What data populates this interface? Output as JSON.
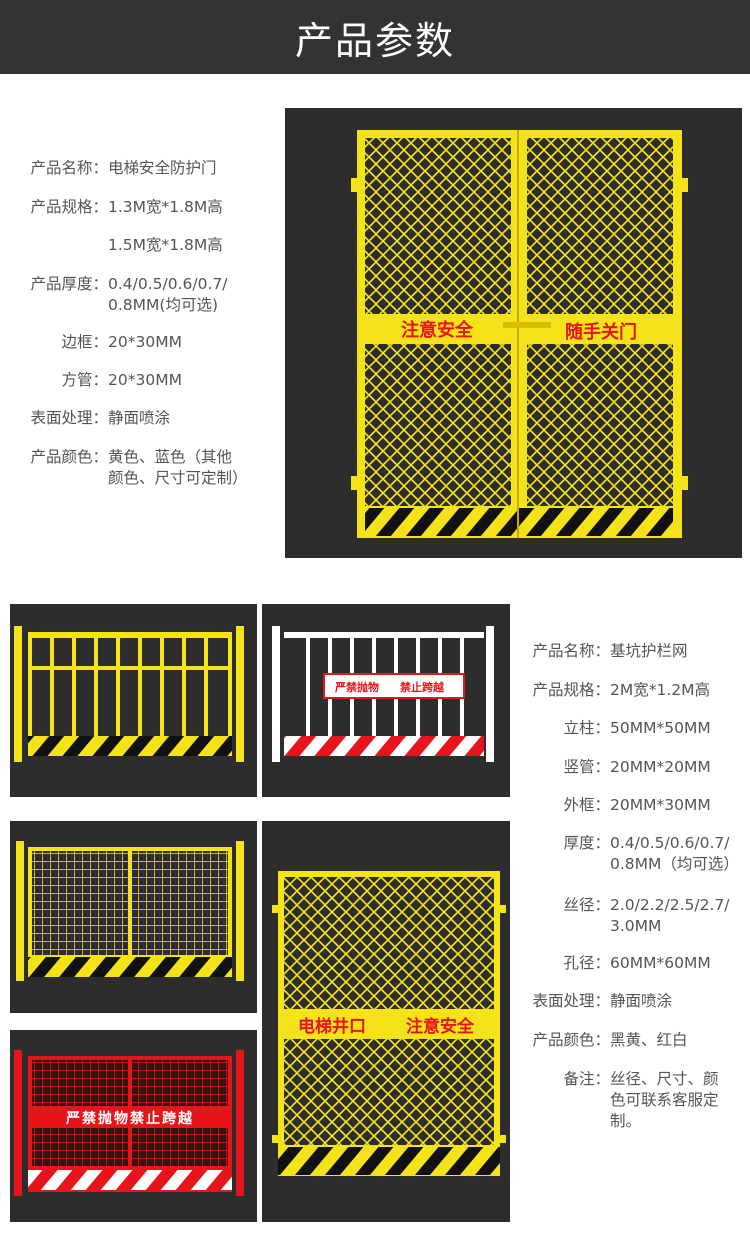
{
  "header": {
    "title": "产品参数"
  },
  "spec1": [
    {
      "label": "产品名称：",
      "value": "电梯安全防护门"
    },
    {
      "label": "产品规格：",
      "value": "1.3M宽*1.8M高"
    },
    {
      "label": "",
      "value": "1.5M宽*1.8M高"
    },
    {
      "label": "产品厚度：",
      "value": "0.4/0.5/0.6/0.7/\n0.8MM(均可选)"
    },
    {
      "label": "边框：",
      "value": "20*30MM"
    },
    {
      "label": "方管：",
      "value": "20*30MM"
    },
    {
      "label": "表面处理：",
      "value": "静面喷涂"
    },
    {
      "label": "产品颜色：",
      "value": "黄色、蓝色（其他\n颜色、尺寸可定制）"
    }
  ],
  "spec2": [
    {
      "label": "产品名称：",
      "value": "基坑护栏网"
    },
    {
      "label": "产品规格：",
      "value": "2M宽*1.2M高"
    },
    {
      "label": "立柱：",
      "value": "50MM*50MM"
    },
    {
      "label": "竖管：",
      "value": "20MM*20MM"
    },
    {
      "label": "外框：",
      "value": "20MM*30MM"
    },
    {
      "label": "厚度：",
      "value": "0.4/0.5/0.6/0.7/\n0.8MM（均可选）"
    },
    {
      "label": "丝径：",
      "value": "2.0/2.2/2.5/2.7/\n3.0MM"
    },
    {
      "label": "孔径：",
      "value": "60MM*60MM"
    },
    {
      "label": "表面处理：",
      "value": "静面喷涂"
    },
    {
      "label": "产品颜色：",
      "value": "黑黄、红白"
    },
    {
      "label": "备注：",
      "value": "丝径、尺寸、颜\n色可联系客服定\n制。"
    }
  ],
  "images": {
    "door_sign_left": "注意安全",
    "door_sign_right": "随手关门",
    "white_fence_sign_1": "严禁抛物",
    "white_fence_sign_2": "禁止跨越",
    "shaft_door_sign_1": "电梯井口",
    "shaft_door_sign_2": "注意安全",
    "red_fence_sign": "严禁抛物禁止跨越"
  },
  "colors": {
    "yellow": "#f5e31a",
    "red": "#e8141b",
    "dark": "#2d2d2d",
    "header": "#333333"
  }
}
